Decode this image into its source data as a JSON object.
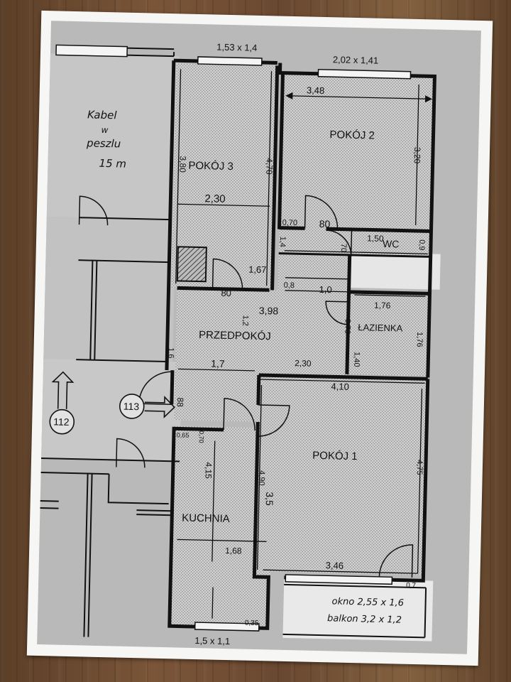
{
  "plan": {
    "note": {
      "line1": "Kabel",
      "line2": "w",
      "line3": "peszlu",
      "line4": "15 m"
    },
    "rooms": {
      "pokoj3": "POKÓJ 3",
      "pokoj2": "POKÓJ 2",
      "wc": "WC",
      "lazienka": "ŁAZIENKA",
      "przedpokoj": "PRZEDPOKÓJ",
      "pokoj1": "POKÓJ 1",
      "kuchnia": "KUCHNIA"
    },
    "units": {
      "u112": "112",
      "u113": "113"
    },
    "dims": {
      "win_top_left": "1,53 x 1,4",
      "win_top_right": "2,02 x 1,41",
      "p2_width": "3,48",
      "p2_height": "3,20",
      "p3_left_height": "3,80",
      "p3_right_height": "4,70",
      "p3_width": "2,30",
      "door_070": "0,70",
      "door_80_top": "80",
      "wc_070": "70",
      "wc_width": "1,50",
      "wc_height": "0,9",
      "hall_1_4": "1,4",
      "hall_1_67": "1,67",
      "hall_0_8": "0,8",
      "hall_1_0": "1,0",
      "door_80_mid": "80",
      "hall_3_98": "3,98",
      "hall_1_2": "1,2",
      "laz_width": "1,76",
      "laz_070": "0,70",
      "laz_1_76": "1,76",
      "laz_1_40": "1,40",
      "hall_1_7": "1,7",
      "hall_2_30": "2,30",
      "p1_4_10": "4,10",
      "hall_side_1_6": "1,6",
      "door_88": "88",
      "kit_0_65": "0,65",
      "kit_0_70": "0,70",
      "kit_4_15": "4,15",
      "p1_left_4_90": "4,90",
      "p1_left_3_5": "3,5",
      "p1_right_4_75": "4,75",
      "kit_1_68": "1,68",
      "p1_bottom_3_46": "3,46",
      "p1_0_7": "0,7",
      "kit_0_35": "0,35",
      "kit_window": "1,5 x 1,1",
      "okno": "okno 2,55 x 1,6",
      "balkon": "balkon 3,2 x 1,2"
    }
  }
}
